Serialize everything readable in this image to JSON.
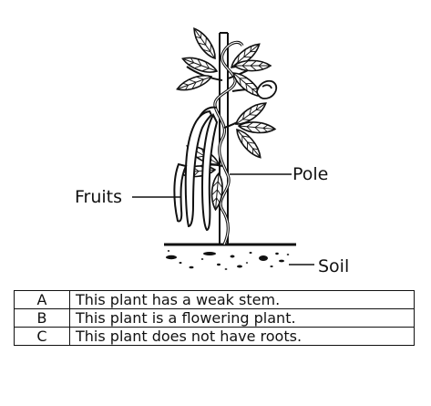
{
  "labels": {
    "pole": "Pole",
    "fruits": "Fruits",
    "soil": "Soil"
  },
  "statements": [
    {
      "key": "A",
      "text": "This plant has a weak stem."
    },
    {
      "key": "B",
      "text": "This plant is a flowering plant."
    },
    {
      "key": "C",
      "text": "This plant does not have roots."
    }
  ]
}
